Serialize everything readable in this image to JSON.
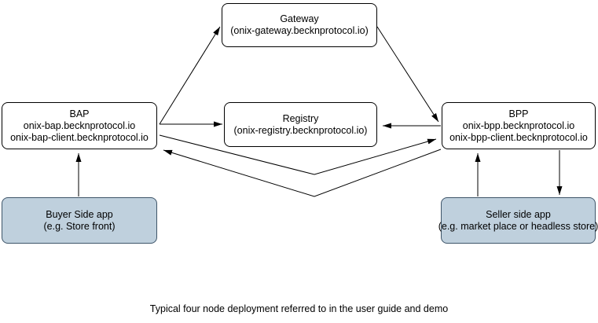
{
  "diagram": {
    "nodes": {
      "gateway": {
        "line1": "Gateway",
        "line2": "(onix-gateway.becknprotocol.io)"
      },
      "registry": {
        "line1": "Registry",
        "line2": "(onix-registry.becknprotocol.io)"
      },
      "bap": {
        "line1": "BAP",
        "line2": "onix-bap.becknprotocol.io",
        "line3": "onix-bap-client.becknprotocol.io"
      },
      "bpp": {
        "line1": "BPP",
        "line2": "onix-bpp.becknprotocol.io",
        "line3": "onix-bpp-client.becknprotocol.io"
      },
      "buyer_app": {
        "line1": "Buyer Side app",
        "line2": "(e.g. Store front)"
      },
      "seller_app": {
        "line1": "Seller side app",
        "line2": "(e.g. market place or headless store)"
      }
    },
    "edges": [
      {
        "from": "BAP",
        "to": "Gateway"
      },
      {
        "from": "Gateway",
        "to": "BPP"
      },
      {
        "from": "BAP",
        "to": "Registry"
      },
      {
        "from": "BPP",
        "to": "Registry"
      },
      {
        "from": "BAP",
        "to": "BPP"
      },
      {
        "from": "BPP",
        "to": "BAP"
      },
      {
        "from": "Buyer Side app",
        "to": "BAP"
      },
      {
        "from": "Seller side app",
        "to": "BPP"
      },
      {
        "from": "BPP",
        "to": "Seller side app"
      }
    ],
    "caption": "Typical four node deployment referred to in the user guide and demo",
    "colors": {
      "background": "#ffffff",
      "node_fill": "#ffffff",
      "node_border": "#000000",
      "app_fill": "#bfd0dd",
      "app_border": "#3e5569",
      "arrow": "#000000"
    }
  }
}
